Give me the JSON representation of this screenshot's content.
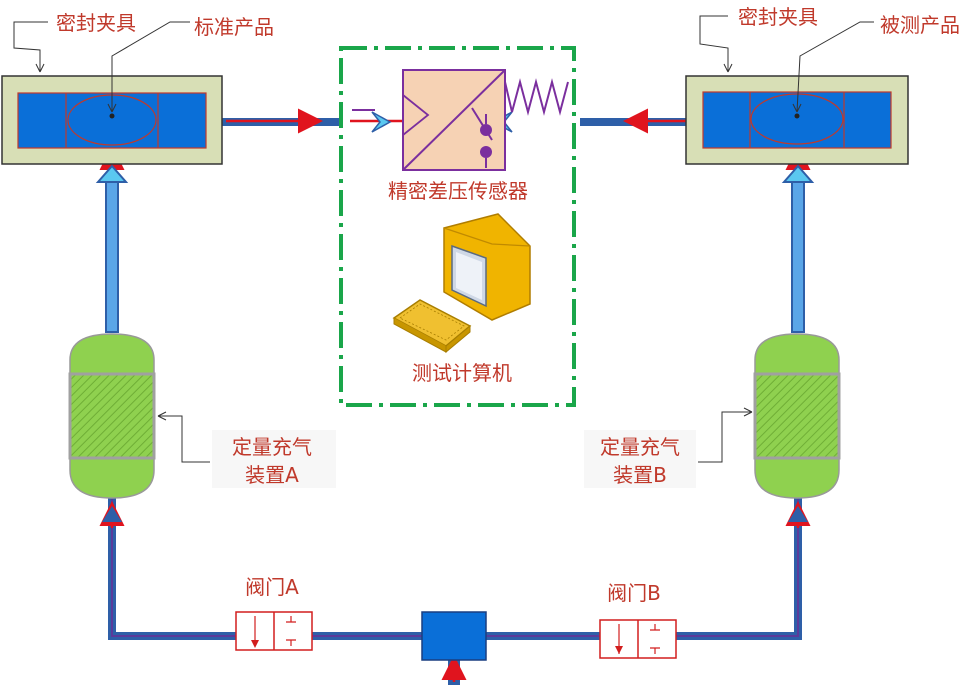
{
  "labels": {
    "clamp_left": "密封夹具",
    "clamp_right": "密封夹具",
    "standard_product": "标准产品",
    "tested_product": "被测产品",
    "sensor": "精密差压传感器",
    "computer": "测试计算机",
    "charger_a_line1": "定量充气",
    "charger_a_line2": "装置A",
    "charger_b_line1": "定量充气",
    "charger_b_line2": "装置B",
    "valve_a": "阀门A",
    "valve_b": "阀门B"
  },
  "colors": {
    "label_red": "#c0392b",
    "pipe_blue": "#2e5fa8",
    "flow_red": "#e0141e",
    "fixture_fill": "#d8dfb6",
    "fixture_blue": "#0a6fd8",
    "tank_green": "#8fd14f",
    "dashed_border": "#1aa64a",
    "sensor_purple": "#7b2f9e",
    "computer_gold": "#f0b400"
  },
  "icons": [
    "differential-pressure-sensor-icon",
    "computer-monitor-icon",
    "keyboard-icon"
  ]
}
